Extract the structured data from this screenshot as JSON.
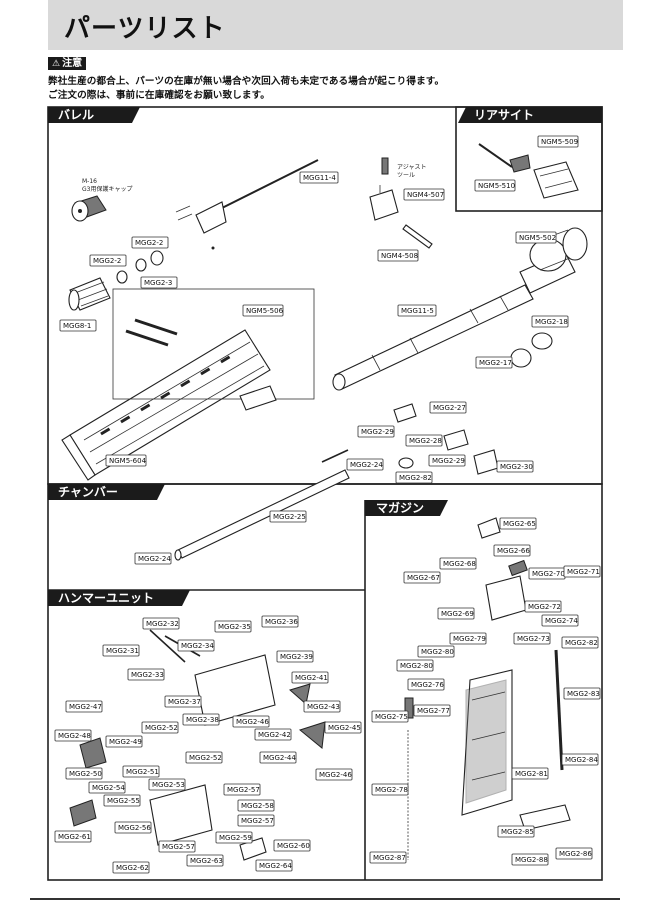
{
  "header": {
    "title": "パーツリスト",
    "caution_label": "注意",
    "notes": [
      "弊社生産の都合上、パーツの在庫が無い場合や次回入荷も未定である場合が起こり得ます。",
      "ご注文の際は、事前に在庫確認をお願い致します。"
    ]
  },
  "sections": {
    "barrel": "バレル",
    "rear_sight": "リアサイト",
    "chamber": "チャンバー",
    "magazine": "マガジン",
    "hammer_unit": "ハンマーユニット"
  },
  "annotations": {
    "m16_cap_line1": "M-16",
    "m16_cap_line2": "G3用保護キャップ",
    "adjust_tool_line1": "アジャスト",
    "adjust_tool_line2": "ツール"
  },
  "part_labels": {
    "ngm5_509": "NGM5-509",
    "ngm5_510": "NGM5-510",
    "mgg11_4": "MGG11-4",
    "ngm4_507": "NGM4-507",
    "ngm4_508": "NGM4-508",
    "mgg2_2a": "MGG2-2",
    "mgg2_2b": "MGG2-2",
    "mgg2_3": "MGG2-3",
    "mgg8_1": "MGG8-1",
    "ngm5_502": "NGM5-502",
    "ngm5_506": "NGM5-506",
    "mgg11_5": "MGG11-5",
    "mgg2_18": "MGG2-18",
    "mgg2_17": "MGG2-17",
    "ngm5_604": "NGM5-604",
    "mgg2_27": "MGG2-27",
    "mgg2_29a": "MGG2-29",
    "mgg2_28": "MGG2-28",
    "mgg2_29b": "MGG2-29",
    "mgg2_24a": "MGG2-24",
    "mgg2_82a": "MGG2-82",
    "mgg2_30": "MGG2-30",
    "mgg2_25": "MGG2-25",
    "mgg2_24b": "MGG2-24",
    "mgg2_65": "MGG2-65",
    "mgg2_66": "MGG2-66",
    "mgg2_68": "MGG2-68",
    "mgg2_67": "MGG2-67",
    "mgg2_70": "MGG2-70",
    "mgg2_71": "MGG2-71",
    "mgg2_69": "MGG2-69",
    "mgg2_72": "MGG2-72",
    "mgg2_74": "MGG2-74",
    "mgg2_79": "MGG2-79",
    "mgg2_73": "MGG2-73",
    "mgg2_82b": "MGG2-82",
    "mgg2_80": "MGG2-80",
    "mgg2_80b": "MGG2-80",
    "mgg2_76": "MGG2-76",
    "mgg2_83": "MGG2-83",
    "mgg2_75": "MGG2-75",
    "mgg2_77": "MGG2-77",
    "mgg2_84": "MGG2-84",
    "mgg2_81": "MGG2-81",
    "mgg2_78": "MGG2-78",
    "mgg2_85": "MGG2-85",
    "mgg2_87": "MGG2-87",
    "mgg2_88": "MGG2-88",
    "mgg2_86": "MGG2-86",
    "mgg2_32": "MGG2-32",
    "mgg2_35": "MGG2-35",
    "mgg2_36": "MGG2-36",
    "mgg2_34": "MGG2-34",
    "mgg2_31": "MGG2-31",
    "mgg2_39": "MGG2-39",
    "mgg2_33": "MGG2-33",
    "mgg2_41": "MGG2-41",
    "mgg2_37": "MGG2-37",
    "mgg2_47": "MGG2-47",
    "mgg2_43": "MGG2-43",
    "mgg2_38": "MGG2-38",
    "mgg2_46a": "MGG2-46",
    "mgg2_45": "MGG2-45",
    "mgg2_52a": "MGG2-52",
    "mgg2_42": "MGG2-42",
    "mgg2_48": "MGG2-48",
    "mgg2_49": "MGG2-49",
    "mgg2_52b": "MGG2-52",
    "mgg2_44": "MGG2-44",
    "mgg2_51": "MGG2-51",
    "mgg2_50": "MGG2-50",
    "mgg2_46b": "MGG2-46",
    "mgg2_53": "MGG2-53",
    "mgg2_54": "MGG2-54",
    "mgg2_57a": "MGG2-57",
    "mgg2_55": "MGG2-55",
    "mgg2_58": "MGG2-58",
    "mgg2_57b": "MGG2-57",
    "mgg2_56": "MGG2-56",
    "mgg2_61": "MGG2-61",
    "mgg2_59": "MGG2-59",
    "mgg2_57c": "MGG2-57",
    "mgg2_60": "MGG2-60",
    "mgg2_63": "MGG2-63",
    "mgg2_62": "MGG2-62",
    "mgg2_64": "MGG2-64"
  }
}
